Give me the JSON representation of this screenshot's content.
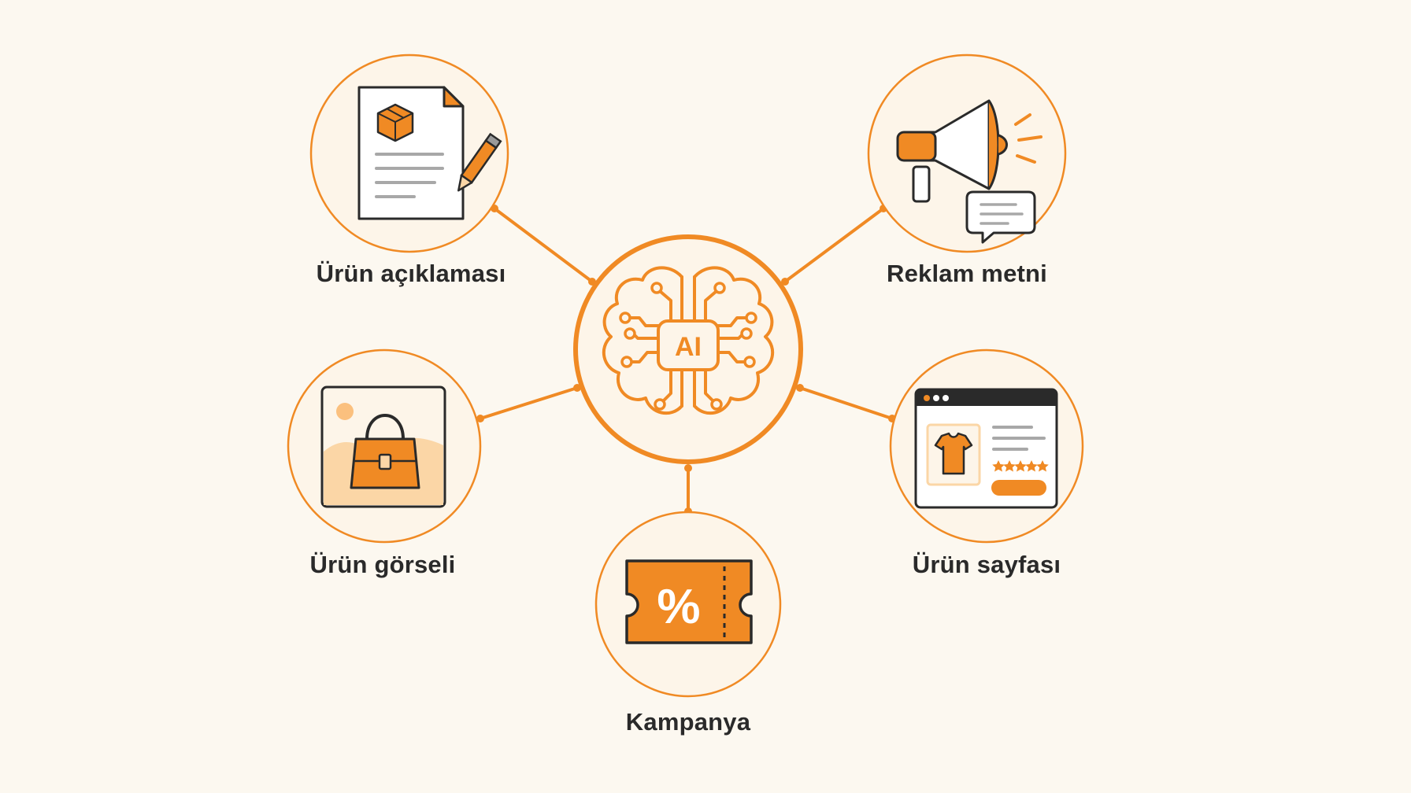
{
  "colors": {
    "background": "#fcf8f0",
    "accent": "#f08a24",
    "accent_light": "#fbd6a6",
    "node_fill": "#fdf5e9",
    "stroke_dark": "#2a2a2a",
    "text": "#2a2a2a"
  },
  "center": {
    "icon": "ai-brain-icon",
    "badge_text": "AI"
  },
  "nodes": [
    {
      "id": "description",
      "label": "Ürün açıklaması",
      "icon": "document-pencil-icon"
    },
    {
      "id": "ad-copy",
      "label": "Reklam metni",
      "icon": "megaphone-icon"
    },
    {
      "id": "image",
      "label": "Ürün görseli",
      "icon": "handbag-image-icon"
    },
    {
      "id": "product-page",
      "label": "Ürün sayfası",
      "icon": "product-page-icon"
    },
    {
      "id": "campaign",
      "label": "Kampanya",
      "icon": "discount-ticket-icon"
    }
  ]
}
